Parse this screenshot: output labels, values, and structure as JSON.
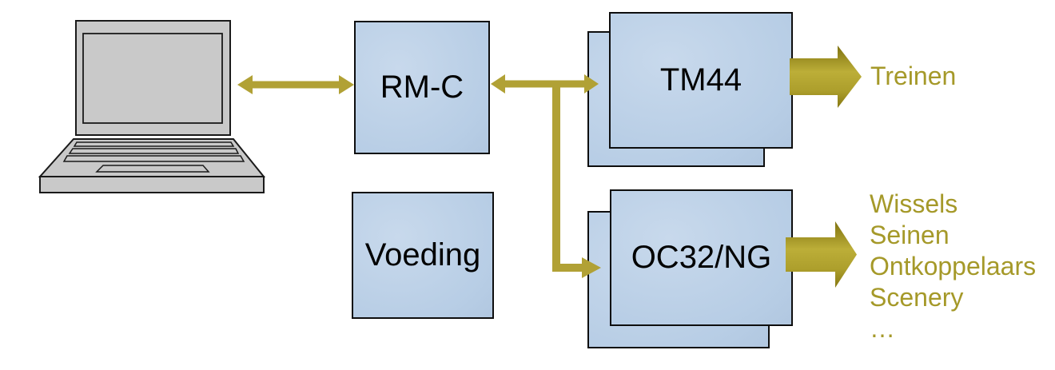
{
  "diagram": {
    "description": "Model railway control system block diagram",
    "nodes": {
      "computer": {
        "icon": "laptop-illustration"
      },
      "rmc": {
        "label": "RM-C"
      },
      "voeding": {
        "label": "Voeding"
      },
      "tm44": {
        "label": "TM44",
        "stacked": true
      },
      "oc32": {
        "label": "OC32/NG",
        "stacked": true
      }
    },
    "outputs": {
      "treinen": "Treinen",
      "oc32_list": [
        "Wissels",
        "Seinen",
        "Ontkoppelaars",
        "Scenery",
        "…"
      ]
    },
    "colors": {
      "connector_olive": "#b1a135",
      "block_arrow_top": "#7f7210",
      "block_arrow_mid": "#bcae38",
      "block_arrow_bottom": "#867812",
      "olive_text": "#a59929",
      "box_fill_light": "#c8d9ec",
      "box_fill_dark": "#a8bed8",
      "box_border": "#0e0e0e",
      "laptop_gray": "#c9c9c9",
      "outline_black": "#1a1a1a",
      "background": "#ffffff"
    }
  }
}
